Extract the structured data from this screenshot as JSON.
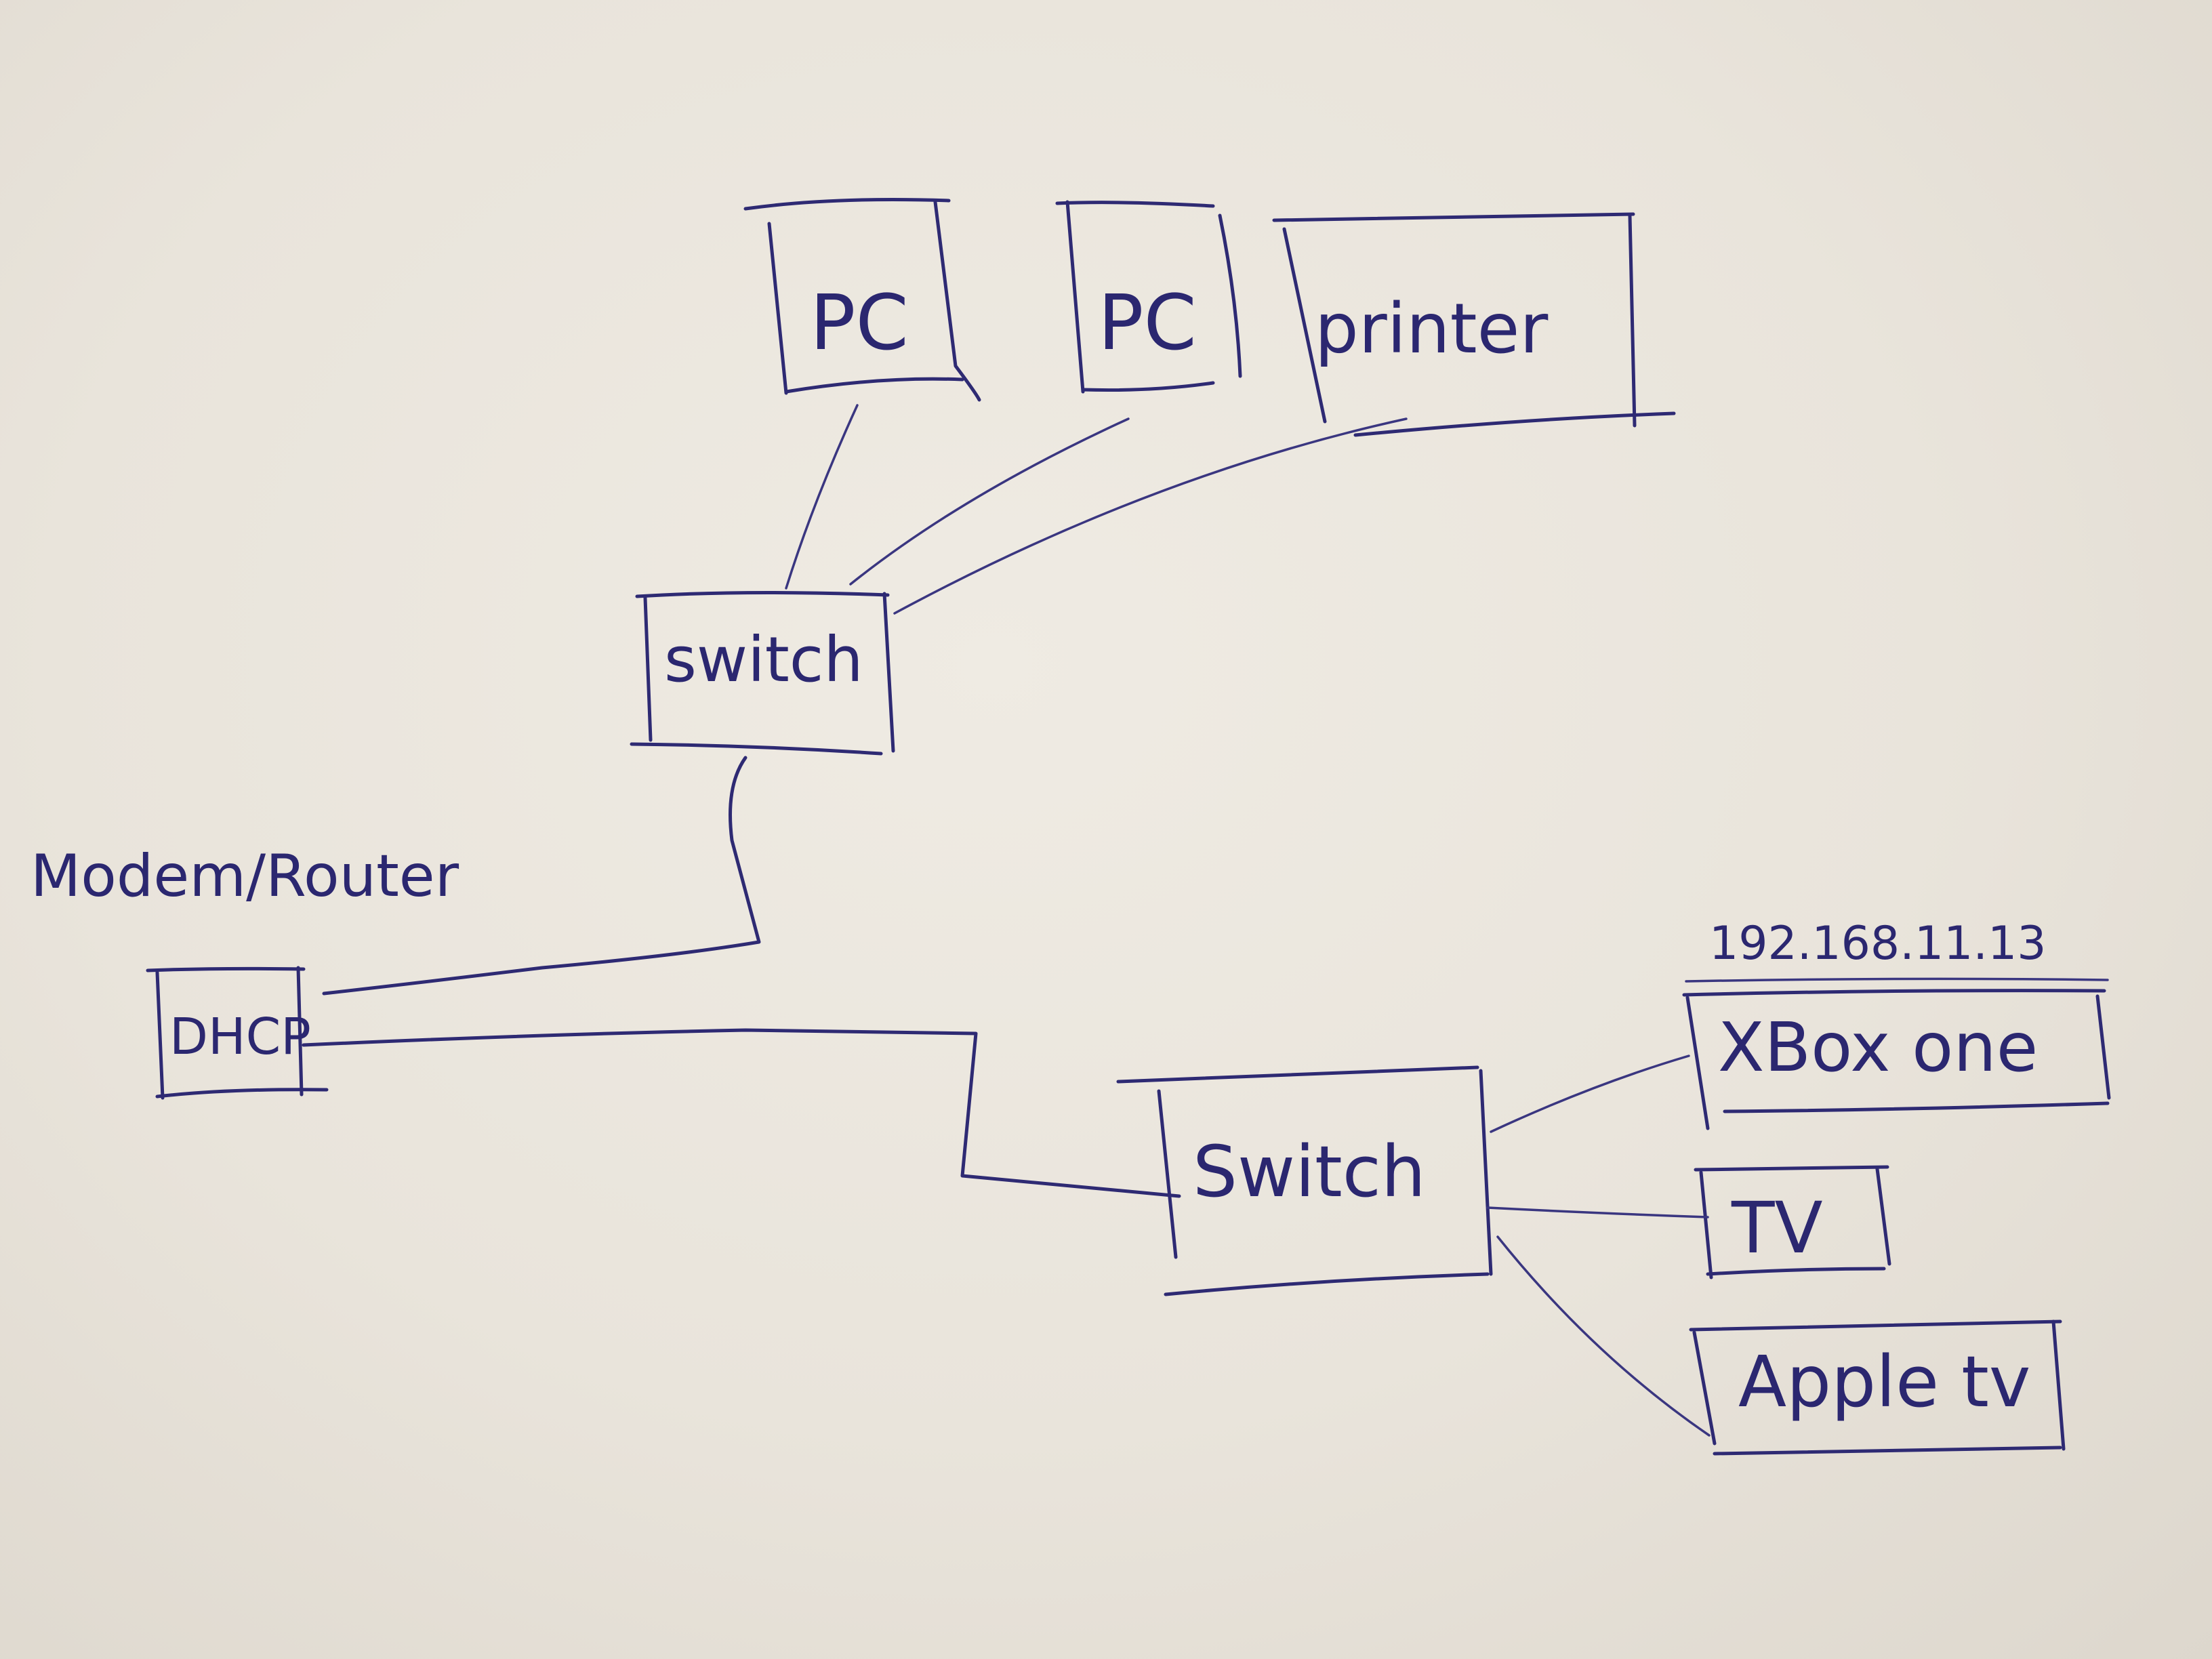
{
  "nodes": {
    "pc1": {
      "label": "PC"
    },
    "pc2": {
      "label": "PC"
    },
    "printer": {
      "label": "printer"
    },
    "switch_top": {
      "label": "switch"
    },
    "router_caption": {
      "label": "Modem/Router"
    },
    "dhcp": {
      "label": "DHCP"
    },
    "switch_bottom": {
      "label": "Switch"
    },
    "ip_address": {
      "label": "192.168.11.13"
    },
    "xbox": {
      "label": "XBox one"
    },
    "tv": {
      "label": "TV"
    },
    "apple_tv": {
      "label": "Apple tv"
    }
  },
  "style": {
    "ink_color": "#2e2a73",
    "paper_color": "#ebe6de"
  }
}
